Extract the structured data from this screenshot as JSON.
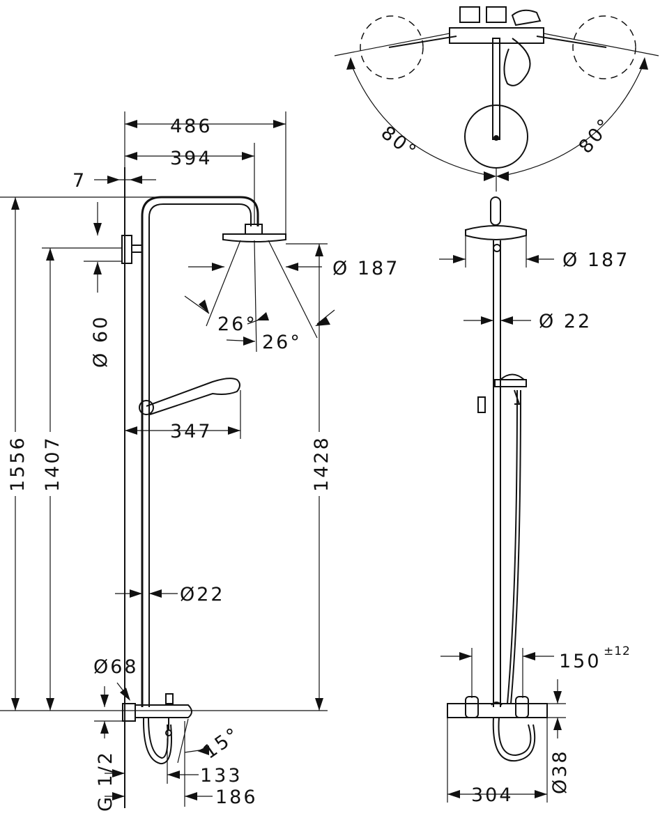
{
  "dimensions": {
    "width_overall": "486",
    "width_to_head_center": "394",
    "offset_wall": "7",
    "diameter_wall_bracket": "Ø 60",
    "diameter_head_side": "Ø 187",
    "angle_head_left": "26°",
    "angle_head_right": "26°",
    "handshower_reach": "347",
    "height_total": "1556",
    "height_bracket": "1407",
    "height_head": "1428",
    "diameter_pipe_side": "Ø22",
    "diameter_connector": "Ø68",
    "thread": "G 1/2",
    "angle_spout": "15°",
    "spout_depth": "133",
    "mixer_depth": "186",
    "swivel_angle_left": "80°",
    "swivel_angle_right": "80°",
    "diameter_head_front": "Ø 187",
    "diameter_pipe_front": "Ø 22",
    "inlet_distance": "150",
    "inlet_tolerance": "±12",
    "mixer_diameter": "Ø38",
    "mixer_width": "304"
  }
}
